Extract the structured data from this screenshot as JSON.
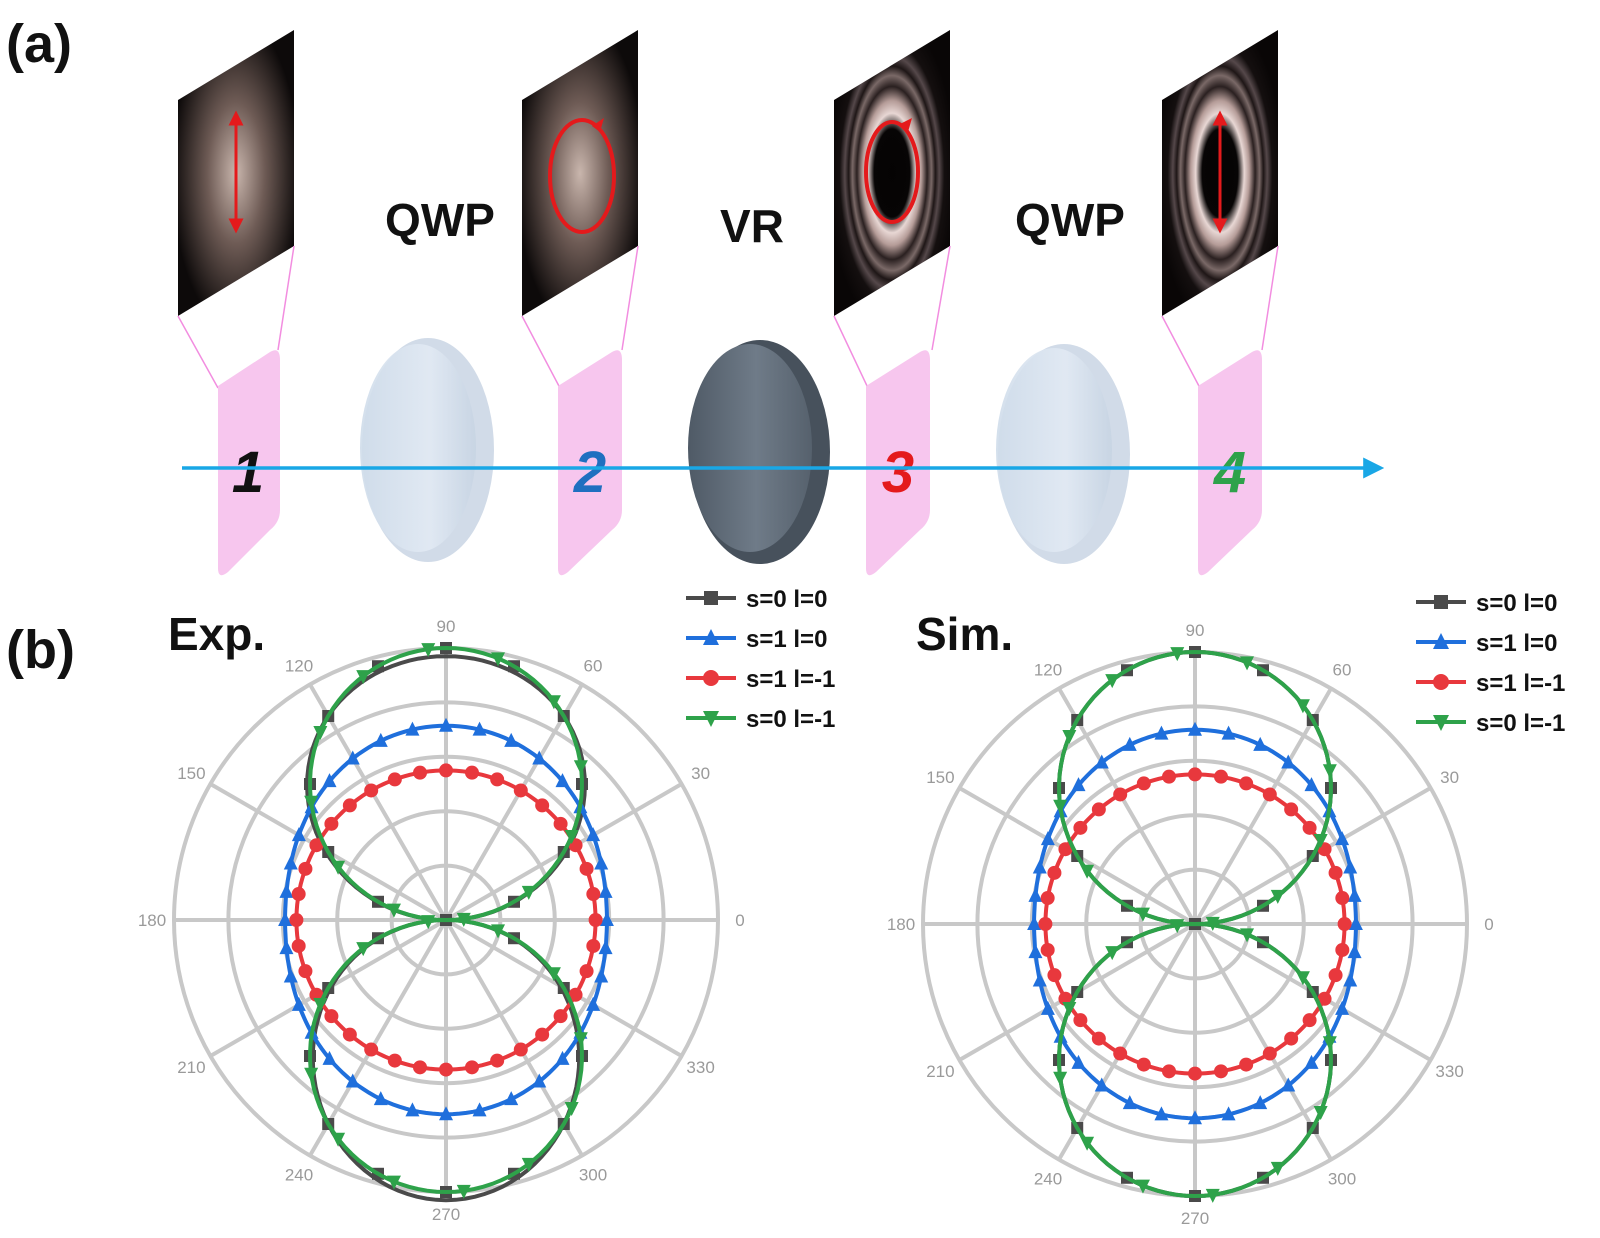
{
  "panel_a": {
    "label": "(a)",
    "elements": [
      {
        "name": "qwp-1",
        "label": "QWP"
      },
      {
        "name": "vr",
        "label": "VR"
      },
      {
        "name": "qwp-2",
        "label": "QWP"
      }
    ],
    "planes": [
      {
        "number": "1",
        "color": "#111111",
        "pattern": "gaussian",
        "polarization": "linear-vertical"
      },
      {
        "number": "2",
        "color": "#1f6fc0",
        "pattern": "gaussian",
        "polarization": "circular"
      },
      {
        "number": "3",
        "color": "#e41a1c",
        "pattern": "vortex-ring",
        "polarization": "circular"
      },
      {
        "number": "4",
        "color": "#2ea24a",
        "pattern": "vortex-ring",
        "polarization": "linear-vertical"
      }
    ],
    "colors": {
      "beam": "#19a7e6",
      "plane_fill": "#f7c6ee",
      "plane_edge": "#f28de0",
      "waveplate": "#dce6f2",
      "retarder": "#5f6b78"
    }
  },
  "panel_b": {
    "label": "(b)",
    "angle_ticks": [
      "0",
      "30",
      "60",
      "90",
      "120",
      "150",
      "180",
      "210",
      "240",
      "270",
      "300",
      "330"
    ]
  },
  "chart_data": [
    {
      "type": "polar",
      "title": "Exp.",
      "angles_deg": [
        0,
        30,
        60,
        90,
        120,
        150,
        180,
        210,
        240,
        270,
        300,
        330
      ],
      "grid": true,
      "radial_rings": 5,
      "radial_max": 1.0,
      "legend_position": "top-right",
      "series": [
        {
          "name": "s=0 l=0",
          "color": "#4a4a4a",
          "marker": "square",
          "model": "r = |sin(theta)|",
          "points": 24
        },
        {
          "name": "s=1 l=0",
          "color": "#1f6fdc",
          "marker": "triangle-up",
          "model": "r = sqrt(0.35 + 0.16 sin^2(theta))",
          "points": 36
        },
        {
          "name": "s=1 l=-1",
          "color": "#e8383d",
          "marker": "circle",
          "model": "r = 0.55 (near-constant)",
          "points": 36
        },
        {
          "name": "s=0 l=-1",
          "color": "#2ea24a",
          "marker": "triangle-down",
          "model": "r = |sin(theta)|",
          "points": 24
        }
      ]
    },
    {
      "type": "polar",
      "title": "Sim.",
      "angles_deg": [
        0,
        30,
        60,
        90,
        120,
        150,
        180,
        210,
        240,
        270,
        300,
        330
      ],
      "grid": true,
      "radial_rings": 5,
      "radial_max": 1.0,
      "legend_position": "top-right",
      "series": [
        {
          "name": "s=0 l=0",
          "color": "#4a4a4a",
          "marker": "square",
          "model": "r = |sin(theta)|",
          "points": 24
        },
        {
          "name": "s=1 l=0",
          "color": "#1f6fdc",
          "marker": "triangle-up",
          "model": "r = sqrt(0.35 + 0.16 sin^2(theta))",
          "points": 36
        },
        {
          "name": "s=1 l=-1",
          "color": "#e8383d",
          "marker": "circle",
          "model": "r = 0.55 (constant)",
          "points": 36
        },
        {
          "name": "s=0 l=-1",
          "color": "#2ea24a",
          "marker": "triangle-down",
          "model": "r = |sin(theta)|",
          "points": 24
        }
      ]
    }
  ]
}
